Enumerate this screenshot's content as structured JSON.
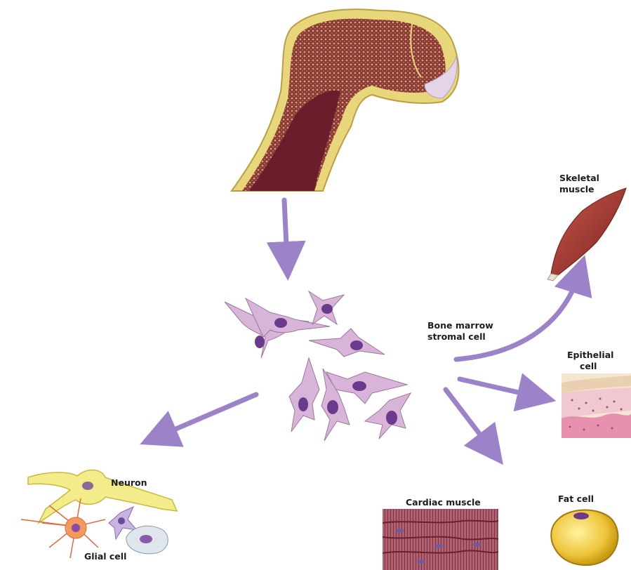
{
  "labels": {
    "stromal": [
      "Bone marrow",
      "stromal cell"
    ],
    "skeletal": [
      "Skeletal",
      "muscle"
    ],
    "epithelial": [
      "Epithelial",
      "cell"
    ],
    "fat": "Fat cell",
    "cardiac": "Cardiac muscle",
    "neuron": "Neuron",
    "glial": "Glial cell"
  },
  "colors": {
    "arrow": "#9c82c8",
    "bone_shell": "#e8d77a",
    "marrow": "#7a2a36",
    "marrow_dark": "#5a1822",
    "cell_body": "#d9b4d9",
    "nucleus": "#6a3a8c",
    "muscle": "#a83a34",
    "cardiac": "#a0545e",
    "fat": "#eec43a",
    "neuron": "#f3ec8a",
    "glial": "#f39a5c"
  }
}
